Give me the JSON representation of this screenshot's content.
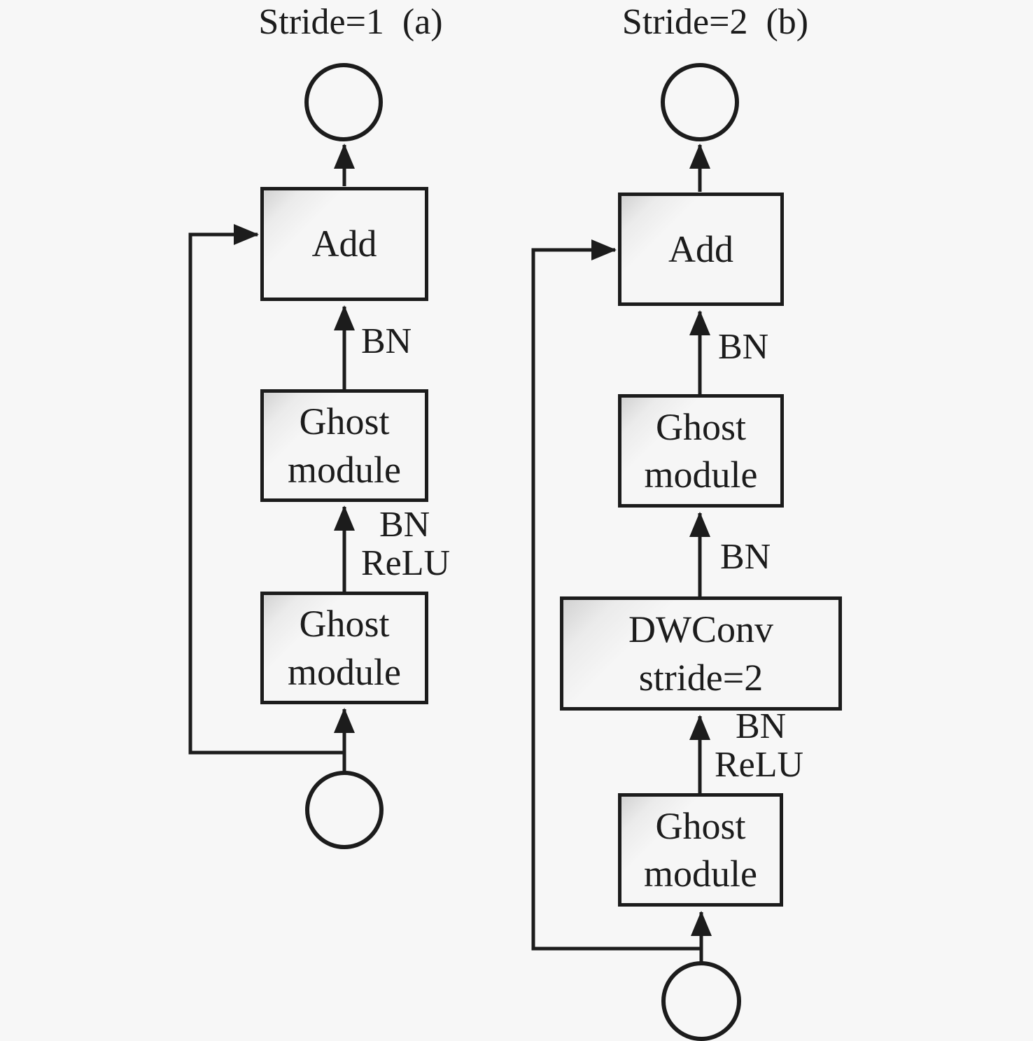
{
  "figure": {
    "description": "Ghost bottleneck diagram with two variants",
    "colors": {
      "background": "#f7f7f7",
      "line": "#1c1c1c",
      "box_fill": "#f6f6f6",
      "corner_shade": "#d2d2d2"
    },
    "column_a": {
      "title": "Stride=1  (a)",
      "add_label": "Add",
      "ghost_top": {
        "line1": "Ghost",
        "line2": "module"
      },
      "ghost_bottom": {
        "line1": "Ghost",
        "line2": "module"
      },
      "label_bn_top": "BN",
      "label_bn_mid": "BN",
      "label_relu_mid": "ReLU"
    },
    "column_b": {
      "title": "Stride=2  (b)",
      "add_label": "Add",
      "ghost_top": {
        "line1": "Ghost",
        "line2": "module"
      },
      "dwconv": {
        "line1": "DWConv",
        "line2": "stride=2"
      },
      "ghost_bottom": {
        "line1": "Ghost",
        "line2": "module"
      },
      "label_bn_top": "BN",
      "label_bn_mid": "BN",
      "label_bn_low": "BN",
      "label_relu_low": "ReLU"
    }
  }
}
